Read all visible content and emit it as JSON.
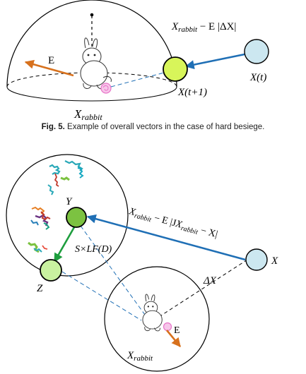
{
  "figure5": {
    "caption_label": "Fig. 5.",
    "caption_text": "Example of overall vectors in the case of hard besiege.",
    "label_E": "E",
    "label_x_rabbit": "X",
    "label_x_rabbit_sub": "rabbit",
    "label_eq_x": "X",
    "label_eq_sub": "rabbit",
    "label_eq_rest": " − E |ΔX|",
    "label_xt": "X(t)",
    "label_xt1": "X(t+1)"
  },
  "figure6": {
    "label_Y": "Y",
    "label_Z": "Z",
    "label_X": "X",
    "label_dX": "ΔX",
    "label_levy": "S×LF(D)",
    "label_E": "E",
    "label_x_rabbit": "X",
    "label_x_rabbit_sub": "rabbit",
    "label_eq_x": "X",
    "label_eq_sub": "rabbit",
    "label_eq_mid": " − E |J",
    "label_eq_x2": "X",
    "label_eq_sub2": "rabbit",
    "label_eq_end": " − X|"
  },
  "colors": {
    "blue": "#1f6fb5",
    "orange": "#d7711d",
    "green": "#1e9e3e",
    "lime": "#d8f55a",
    "light_green": "#c9f2a0",
    "mid_green": "#7cc241",
    "light_blue": "#cce7f0",
    "pink": "#e874c8"
  }
}
